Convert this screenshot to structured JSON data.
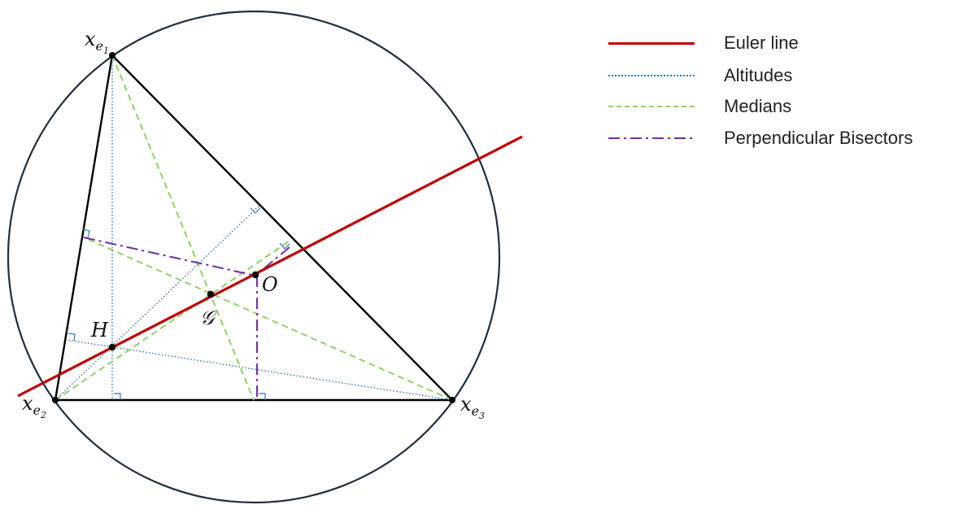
{
  "legend": {
    "euler": "Euler line",
    "altitudes": "Altitudes",
    "medians": "Medians",
    "bisectors": "Perpendicular Bisectors"
  },
  "vertices": {
    "v1": {
      "base": "x",
      "sub": "e",
      "subsub": "1"
    },
    "v2": {
      "base": "x",
      "sub": "e",
      "subsub": "2"
    },
    "v3": {
      "base": "x",
      "sub": "e",
      "subsub": "3"
    }
  },
  "points": {
    "orthocenter": "H",
    "centroid": "𝒢",
    "circumcenter": "O"
  },
  "colors": {
    "euler": "#c00000",
    "altitudes": "#2e75b6",
    "medians": "#8fd16a",
    "bisectors": "#7030a0",
    "triangle": "#000000",
    "circle": "#1f2f3f"
  }
}
